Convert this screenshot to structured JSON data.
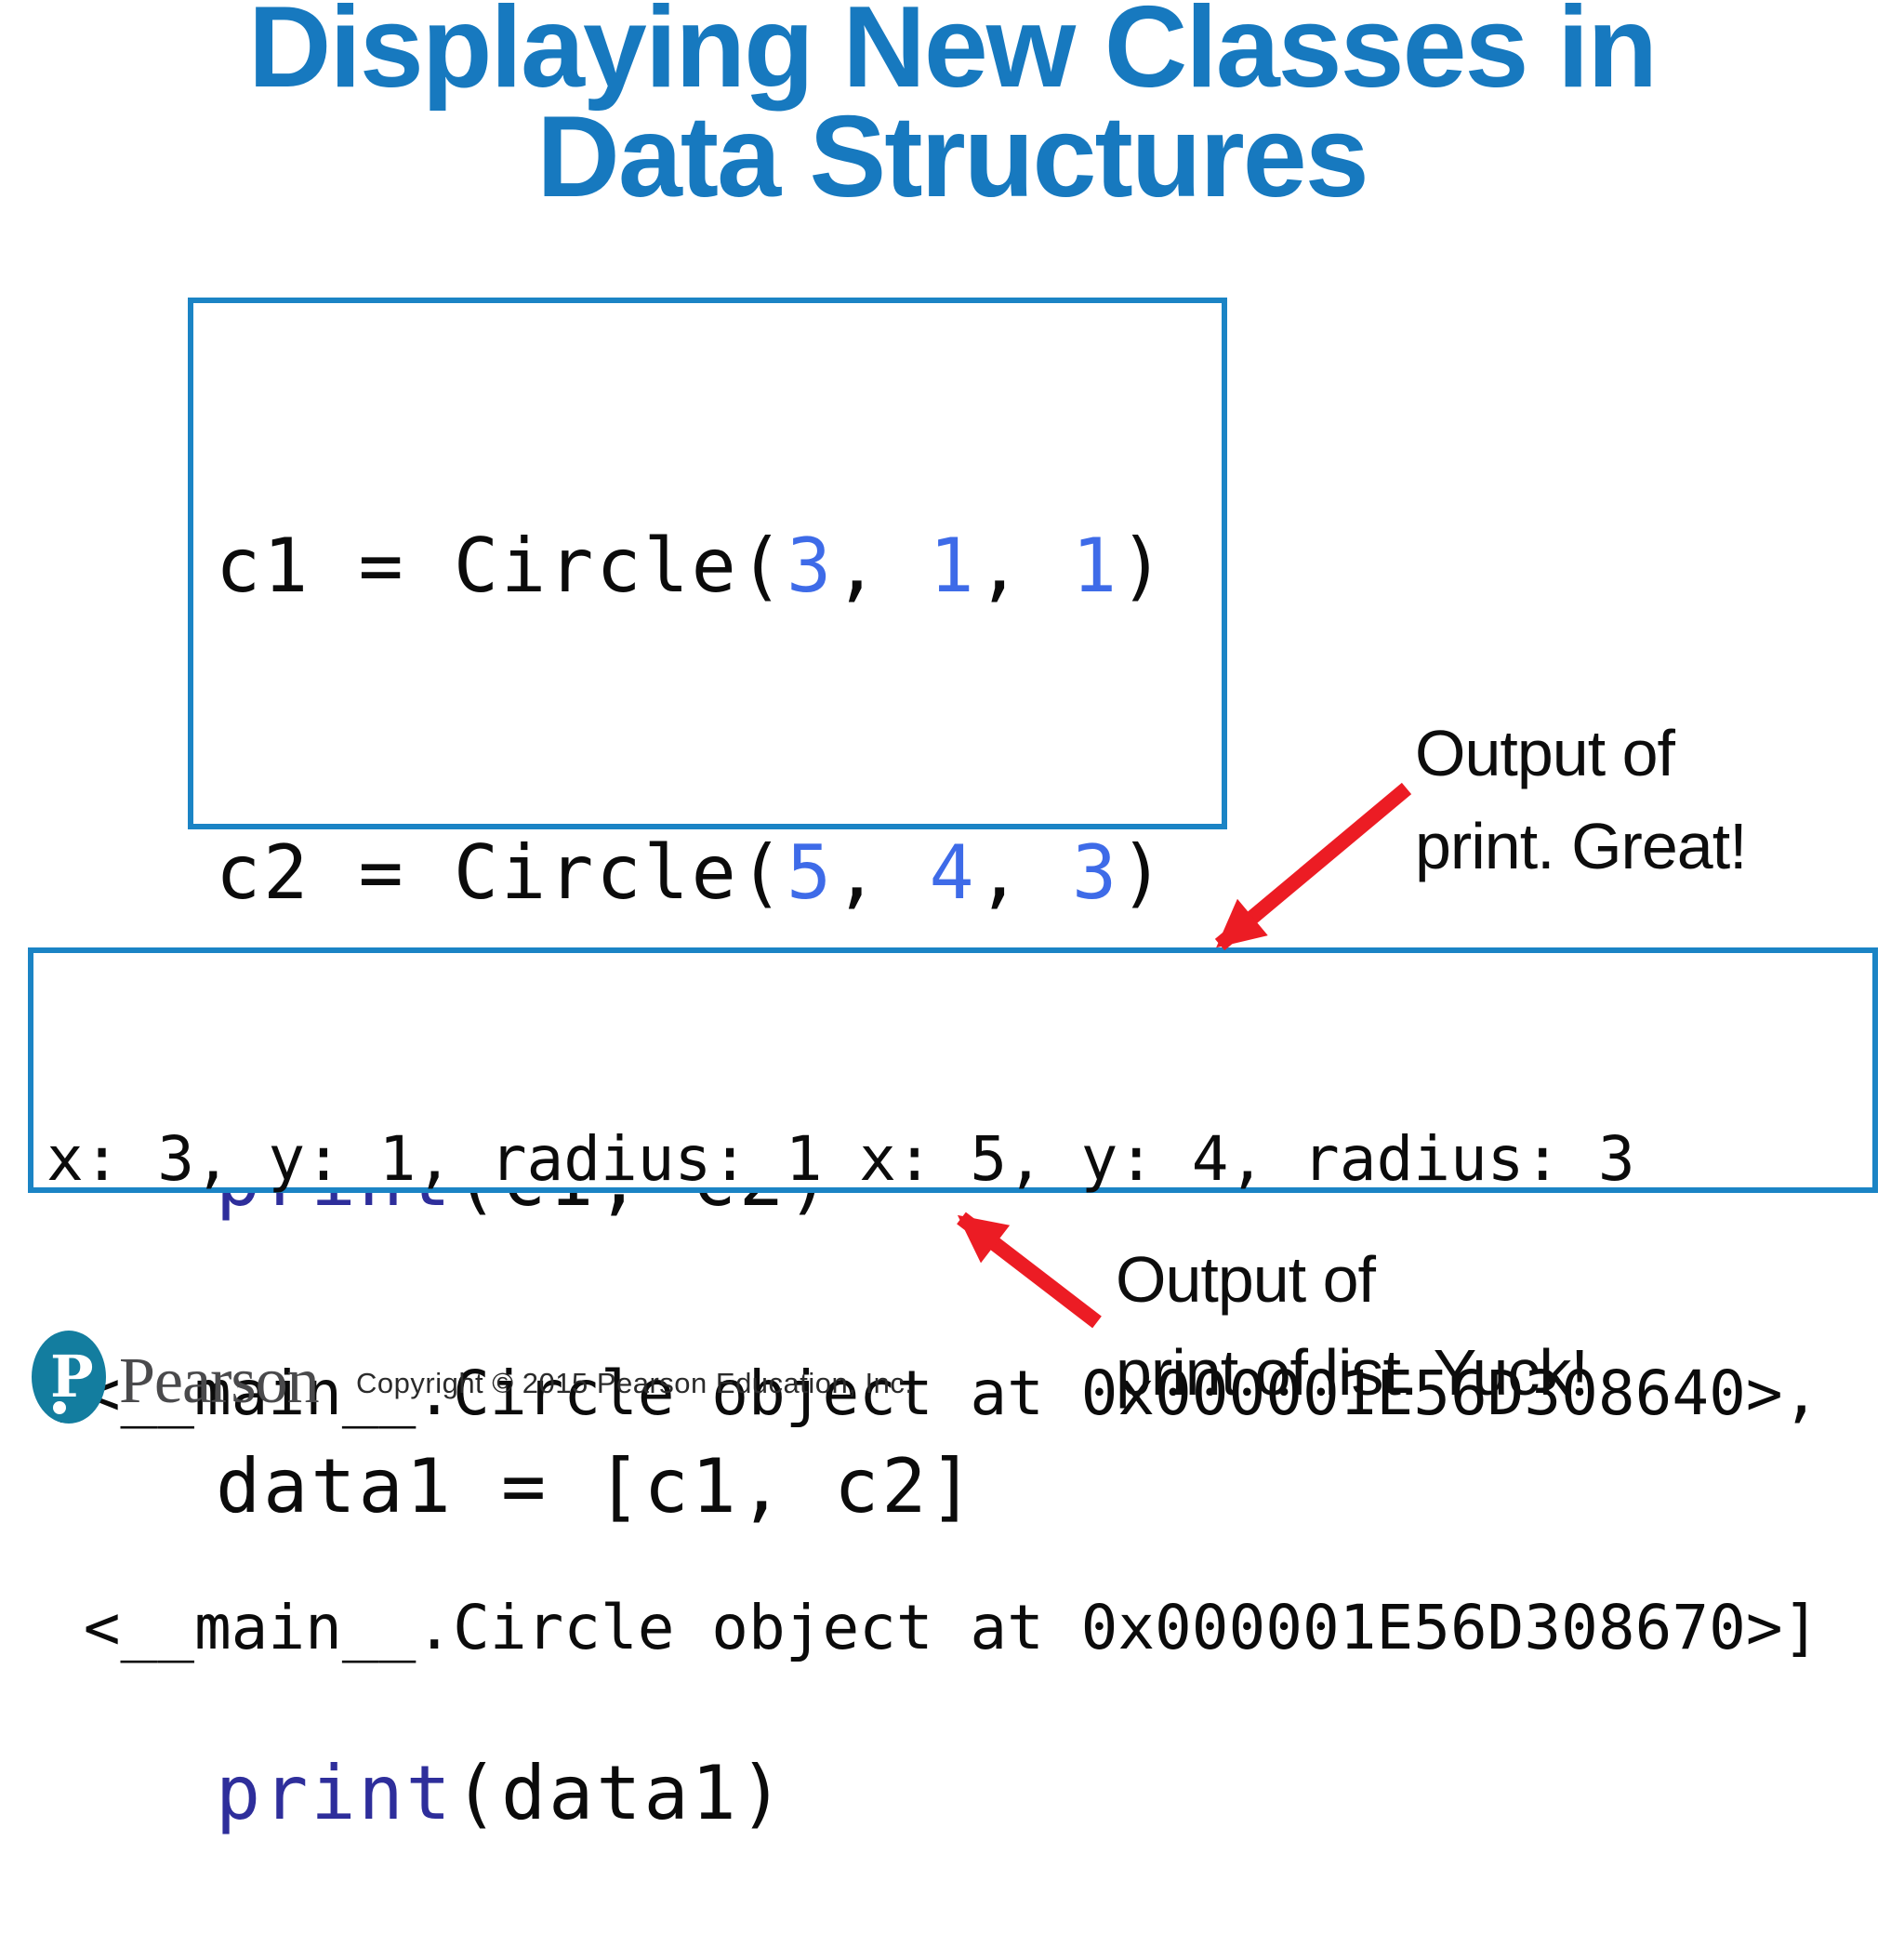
{
  "palette": {
    "title_blue": "#1779BF",
    "border_blue": "#1B84C5",
    "code_black": "#0b0b0b",
    "num_blue": "#3E6BE8",
    "kw_navy": "#2E2E9B",
    "arrow_red": "#EC1C24",
    "logo_teal": "#137D9F",
    "brand_gray": "#4A4A4C",
    "copy_gray": "#2B2B2B"
  },
  "title": {
    "line1": "Displaying New Classes in",
    "line2": "Data Structures"
  },
  "code_box": {
    "lines": [
      [
        {
          "t": "c1 = Circle(",
          "c": "plain"
        },
        {
          "t": "3",
          "c": "num"
        },
        {
          "t": ", ",
          "c": "plain"
        },
        {
          "t": "1",
          "c": "num"
        },
        {
          "t": ", ",
          "c": "plain"
        },
        {
          "t": "1",
          "c": "num"
        },
        {
          "t": ")",
          "c": "plain"
        }
      ],
      [
        {
          "t": "c2 = Circle(",
          "c": "plain"
        },
        {
          "t": "5",
          "c": "num"
        },
        {
          "t": ", ",
          "c": "plain"
        },
        {
          "t": "4",
          "c": "num"
        },
        {
          "t": ", ",
          "c": "plain"
        },
        {
          "t": "3",
          "c": "num"
        },
        {
          "t": ")",
          "c": "plain"
        }
      ],
      [
        {
          "t": "print",
          "c": "kw"
        },
        {
          "t": "(c1, c2)",
          "c": "plain"
        }
      ],
      [
        {
          "t": "data1 = [c1, c2]",
          "c": "plain"
        }
      ],
      [
        {
          "t": "print",
          "c": "kw"
        },
        {
          "t": "(data1)",
          "c": "plain"
        }
      ]
    ]
  },
  "output_box": {
    "lines": [
      "x: 3, y: 1, radius: 1 x: 5, y: 4, radius: 3",
      "[<__main__.Circle object at 0x000001E56D308640>,",
      " <__main__.Circle object at 0x000001E56D308670>]"
    ]
  },
  "annotations": {
    "great": {
      "line1": "Output of",
      "line2": "print. Great!"
    },
    "yuck": {
      "line1": "Output of",
      "line2": "print of list. Yuck!"
    }
  },
  "footer": {
    "logo_letter": "P",
    "brand": "Pearson",
    "copyright": "Copyright © 2015 Pearson Education, Inc."
  }
}
